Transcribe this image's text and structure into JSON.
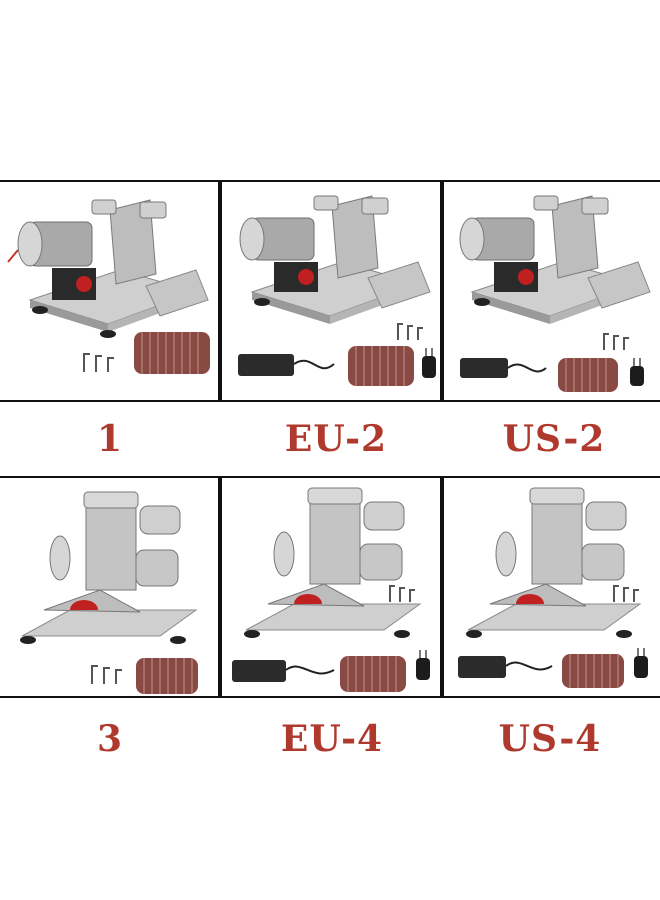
{
  "variants": [
    {
      "label": "1"
    },
    {
      "label": "EU-2"
    },
    {
      "label": "US-2"
    },
    {
      "label": "3"
    },
    {
      "label": "EU-4"
    },
    {
      "label": "US-4"
    }
  ],
  "colors": {
    "label": "#b0392e",
    "border": "#111111",
    "belt": "#8a4a44",
    "metal": "#b9b9b9"
  }
}
